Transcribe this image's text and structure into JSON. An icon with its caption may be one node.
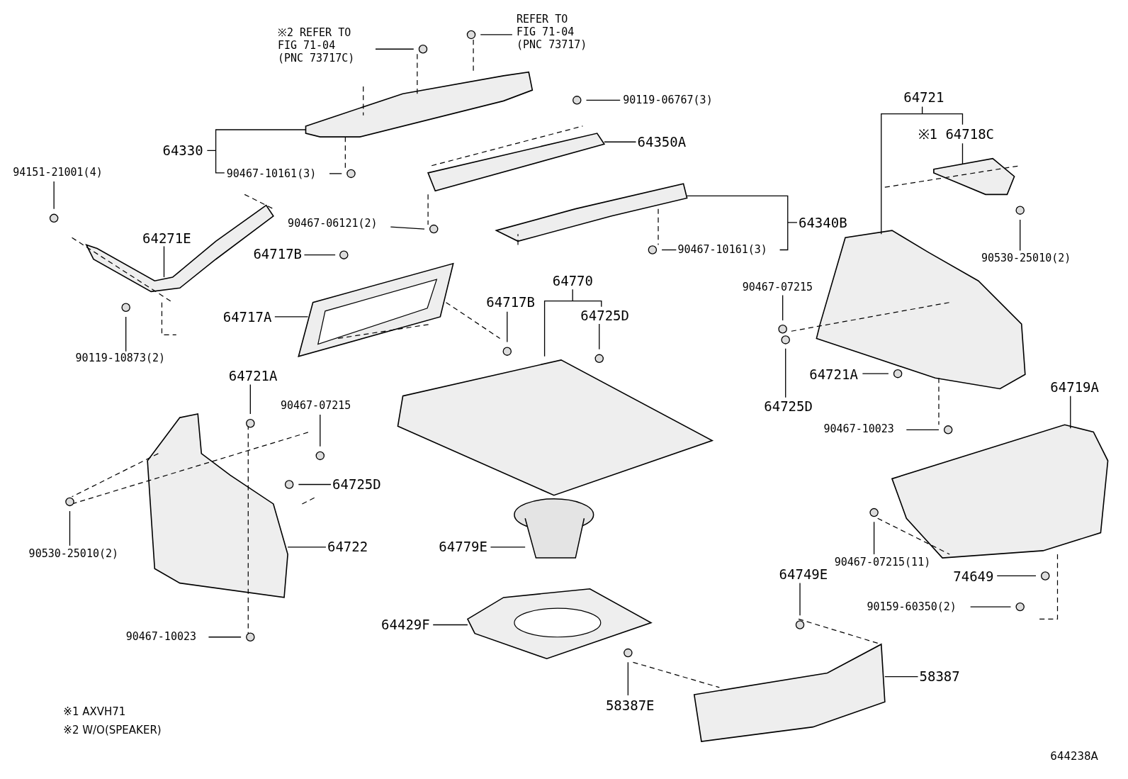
{
  "diagram": {
    "nodes": [
      {
        "text": [
          "※2 REFER TO FIG 71-04 (PNC 73717C)"
        ]
      },
      {
        "text": [
          "REFER TO FIG 71-04 (PNC 73717)"
        ]
      },
      {
        "text": [
          "90119-06767(3)"
        ]
      },
      {
        "text": [
          "64330"
        ]
      },
      {
        "text": [
          "90467-10161(3)"
        ]
      },
      {
        "text": [
          "64350A"
        ]
      },
      {
        "text": [
          "94151-21001(4)"
        ]
      },
      {
        "text": [
          "64271E"
        ]
      },
      {
        "text": [
          "90467-06121(2)"
        ]
      },
      {
        "text": [
          "64340B"
        ]
      },
      {
        "text": [
          "90467-10161(3)"
        ]
      },
      {
        "text": [
          "64721"
        ]
      },
      {
        "text": [
          "※1 64718C"
        ]
      },
      {
        "text": [
          "64717B"
        ]
      },
      {
        "text": [
          "90530-25010(2)"
        ]
      },
      {
        "text": [
          "90467-07215"
        ]
      },
      {
        "text": [
          "64717A"
        ]
      },
      {
        "text": [
          "64770"
        ]
      },
      {
        "text": [
          "64717B"
        ]
      },
      {
        "text": [
          "64725D"
        ]
      },
      {
        "text": [
          "90119-10873(2)"
        ]
      },
      {
        "text": [
          "64721A"
        ]
      },
      {
        "text": [
          "64721A"
        ]
      },
      {
        "text": [
          "64725D"
        ]
      },
      {
        "text": [
          "90467-07215"
        ]
      },
      {
        "text": [
          "90467-10023"
        ]
      },
      {
        "text": [
          "64719A"
        ]
      },
      {
        "text": [
          "64725D"
        ]
      },
      {
        "text": [
          "90467-07215(11)"
        ]
      },
      {
        "text": [
          "64722"
        ]
      },
      {
        "text": [
          "90530-25010(2)"
        ]
      },
      {
        "text": [
          "64779E"
        ]
      },
      {
        "text": [
          "74649"
        ]
      },
      {
        "text": [
          "64749E"
        ]
      },
      {
        "text": [
          "90159-60350(2)"
        ]
      },
      {
        "text": [
          "64429F"
        ]
      },
      {
        "text": [
          "58387"
        ]
      },
      {
        "text": [
          "90467-10023"
        ]
      },
      {
        "text": [
          "58387E"
        ]
      }
    ],
    "edges": [
      {
        "from": 0,
        "to": null,
        "arrow": "none"
      },
      {
        "from": 1,
        "to": null,
        "arrow": "none"
      },
      {
        "from": 2,
        "to": null,
        "arrow": "none"
      },
      {
        "from": 3,
        "to": null,
        "arrow": "none"
      },
      {
        "from": 4,
        "to": null,
        "arrow": "none"
      },
      {
        "from": 5,
        "to": null,
        "arrow": "none"
      },
      {
        "from": 6,
        "to": null,
        "arrow": "none"
      },
      {
        "from": 7,
        "to": null,
        "arrow": "none"
      },
      {
        "from": 8,
        "to": null,
        "arrow": "none"
      },
      {
        "from": 9,
        "to": null,
        "arrow": "none"
      },
      {
        "from": 10,
        "to": null,
        "arrow": "none"
      },
      {
        "from": 11,
        "to": null,
        "arrow": "none"
      },
      {
        "from": 12,
        "to": null,
        "arrow": "none"
      },
      {
        "from": 13,
        "to": null,
        "arrow": "none"
      },
      {
        "from": 14,
        "to": null,
        "arrow": "none"
      },
      {
        "from": 15,
        "to": null,
        "arrow": "none"
      },
      {
        "from": 16,
        "to": null,
        "arrow": "none"
      },
      {
        "from": 17,
        "to": null,
        "arrow": "none"
      },
      {
        "from": 18,
        "to": null,
        "arrow": "none"
      },
      {
        "from": 19,
        "to": null,
        "arrow": "none"
      },
      {
        "from": 20,
        "to": null,
        "arrow": "none"
      },
      {
        "from": 21,
        "to": null,
        "arrow": "none"
      },
      {
        "from": 22,
        "to": null,
        "arrow": "none"
      },
      {
        "from": 23,
        "to": null,
        "arrow": "none"
      },
      {
        "from": 24,
        "to": null,
        "arrow": "none"
      },
      {
        "from": 25,
        "to": null,
        "arrow": "none"
      },
      {
        "from": 26,
        "to": null,
        "arrow": "none"
      },
      {
        "from": 27,
        "to": null,
        "arrow": "none"
      },
      {
        "from": 28,
        "to": null,
        "arrow": "none"
      },
      {
        "from": 29,
        "to": null,
        "arrow": "none"
      },
      {
        "from": 30,
        "to": null,
        "arrow": "none"
      },
      {
        "from": 31,
        "to": null,
        "arrow": "none"
      },
      {
        "from": 32,
        "to": null,
        "arrow": "none"
      },
      {
        "from": 33,
        "to": null,
        "arrow": "none"
      },
      {
        "from": 34,
        "to": null,
        "arrow": "none"
      },
      {
        "from": 35,
        "to": null,
        "arrow": "none"
      },
      {
        "from": 36,
        "to": null,
        "arrow": "none"
      },
      {
        "from": 37,
        "to": null,
        "arrow": "none"
      },
      {
        "from": 38,
        "to": null,
        "arrow": "none"
      }
    ],
    "labels": [
      "※1 AXVH71",
      "※2 W/O(SPEAKER)",
      "644238A"
    ]
  }
}
